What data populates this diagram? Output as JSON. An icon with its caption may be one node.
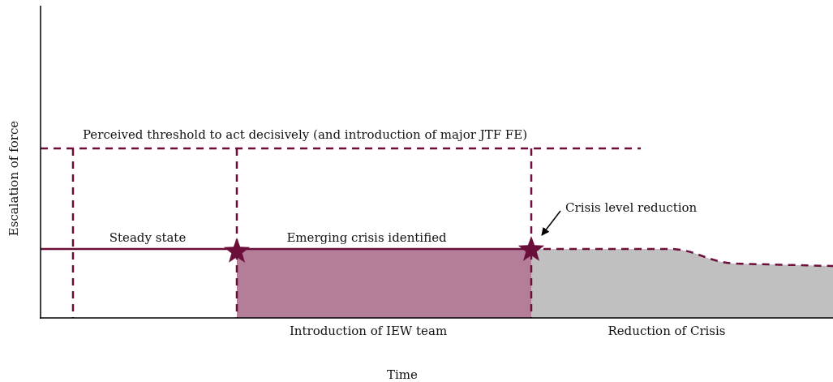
{
  "diagram": {
    "nodes": [
      {
        "text": [],
        "shape": "star"
      },
      {
        "text": [],
        "shape": "star"
      },
      {
        "text": [
          "Crisis level reduction"
        ]
      }
    ],
    "edges": [
      {
        "from": 2,
        "to": 1,
        "arrow": "to"
      }
    ],
    "labels": [
      "Perceived threshold to act decisively (and introduction of major JTF FE)",
      "Steady state",
      "Emerging crisis identified",
      "Introduction of IEW team",
      "Reduction of Crisis",
      "Time",
      "Escalation of force"
    ]
  }
}
